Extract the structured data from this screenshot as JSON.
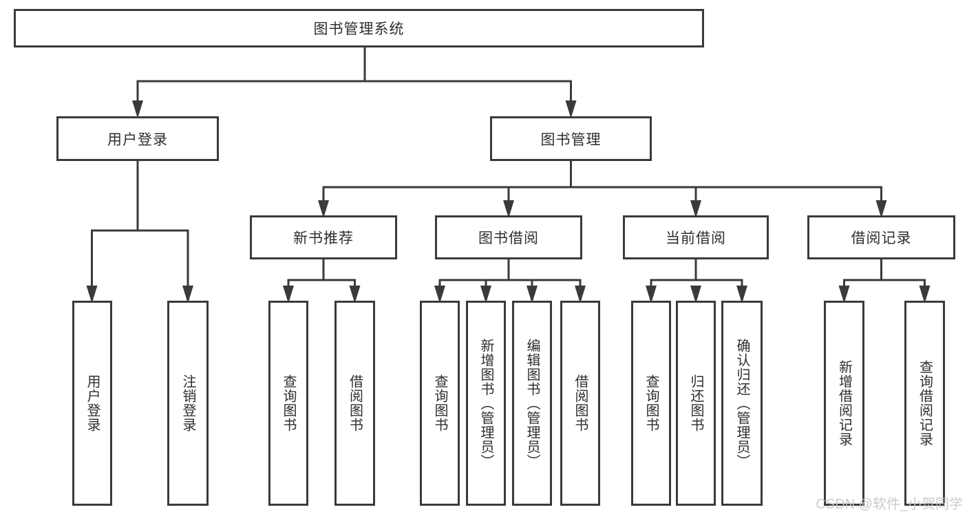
{
  "tree": {
    "root": {
      "label": "图书管理系统",
      "children": [
        {
          "label": "用户登录",
          "children": [
            {
              "label": "用户登录"
            },
            {
              "label": "注销登录"
            }
          ]
        },
        {
          "label": "图书管理",
          "children": [
            {
              "label": "新书推荐",
              "children": [
                {
                  "label": "查询图书"
                },
                {
                  "label": "借阅图书"
                }
              ]
            },
            {
              "label": "图书借阅",
              "children": [
                {
                  "label": "查询图书"
                },
                {
                  "label": "新增图书（管理员）"
                },
                {
                  "label": "编辑图书（管理员）"
                },
                {
                  "label": "借阅图书"
                }
              ]
            },
            {
              "label": "当前借阅",
              "children": [
                {
                  "label": "查询图书"
                },
                {
                  "label": "归还图书"
                },
                {
                  "label": "确认归还（管理员）"
                }
              ]
            },
            {
              "label": "借阅记录",
              "children": [
                {
                  "label": "新增借阅记录"
                },
                {
                  "label": "查询借阅记录"
                }
              ]
            }
          ]
        }
      ]
    }
  },
  "watermark": {
    "text": "CSDN @软件_小贺同学"
  },
  "colors": {
    "line": "#3a3a3a",
    "text": "#2e2e2e",
    "watermark": "#c6c6c6",
    "background": "#ffffff"
  }
}
